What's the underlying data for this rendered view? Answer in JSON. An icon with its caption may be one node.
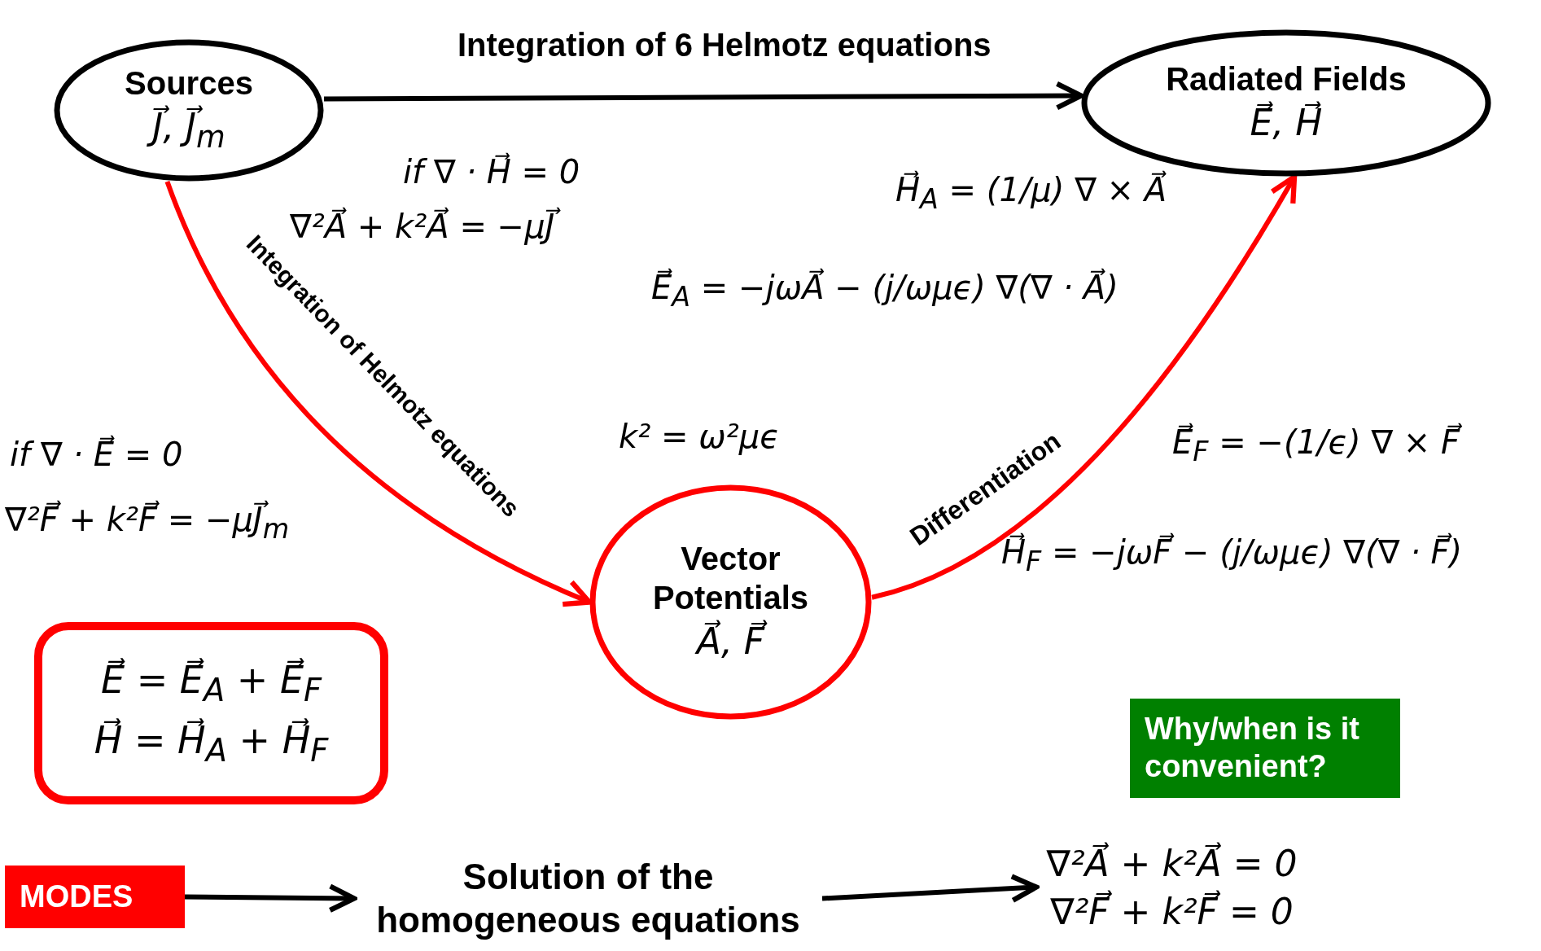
{
  "diagram": {
    "nodes": [
      {
        "text": [
          "Sources",
          "J⃗,  J⃗$_{m}$"
        ]
      },
      {
        "text": [
          "Radiated Fields",
          "E⃗,  H⃗"
        ]
      },
      {
        "text": [
          "Vector Potentials",
          "A⃗,  F⃗"
        ]
      },
      {
        "text": [
          "E⃗ = E⃗$_{A}$ + E⃗$_{F}$",
          "H⃗ = H⃗$_{A}$ + H⃗$_{F}$"
        ]
      },
      {
        "text": [
          "MODES"
        ]
      },
      {
        "text": [
          "Solution of the homogeneous equations"
        ]
      },
      {
        "text": [
          "∇²A⃗ + k²A⃗ = 0",
          "∇²F⃗ + k²F⃗ = 0"
        ]
      },
      {
        "text": [
          "Why/when is it convenient?"
        ]
      }
    ],
    "edges": [
      {
        "from": 0,
        "to": 1,
        "arrow": "to",
        "label": "Integration of 6 Helmotz equations"
      },
      {
        "from": 0,
        "to": 2,
        "arrow": "to",
        "label": "Integration of Helmotz equations",
        "color": "#ff0000"
      },
      {
        "from": 2,
        "to": 1,
        "arrow": "to",
        "label": "Differentiation",
        "color": "#ff0000"
      },
      {
        "from": 4,
        "to": 5,
        "arrow": "to"
      },
      {
        "from": 5,
        "to": 6,
        "arrow": "to"
      }
    ],
    "labels": [
      "if ∇ · H⃗ = 0",
      "∇²A⃗ + k²A⃗ = −μJ⃗",
      "H⃗$_{A}$ = (1/μ) ∇ × A⃗",
      "E⃗$_{A}$ = −jωA⃗ − (j/ωμϵ) ∇(∇ · A⃗)",
      "if ∇ · E⃗ = 0",
      "∇²F⃗ + k²F⃗ = −μJ⃗$_{m}$",
      "k² = ω²μϵ",
      "E⃗$_{F}$ = −(1/ϵ) ∇ × F⃗",
      "H⃗$_{F}$ = −jωF⃗ − (j/ωμϵ) ∇(∇ · F⃗)"
    ]
  }
}
